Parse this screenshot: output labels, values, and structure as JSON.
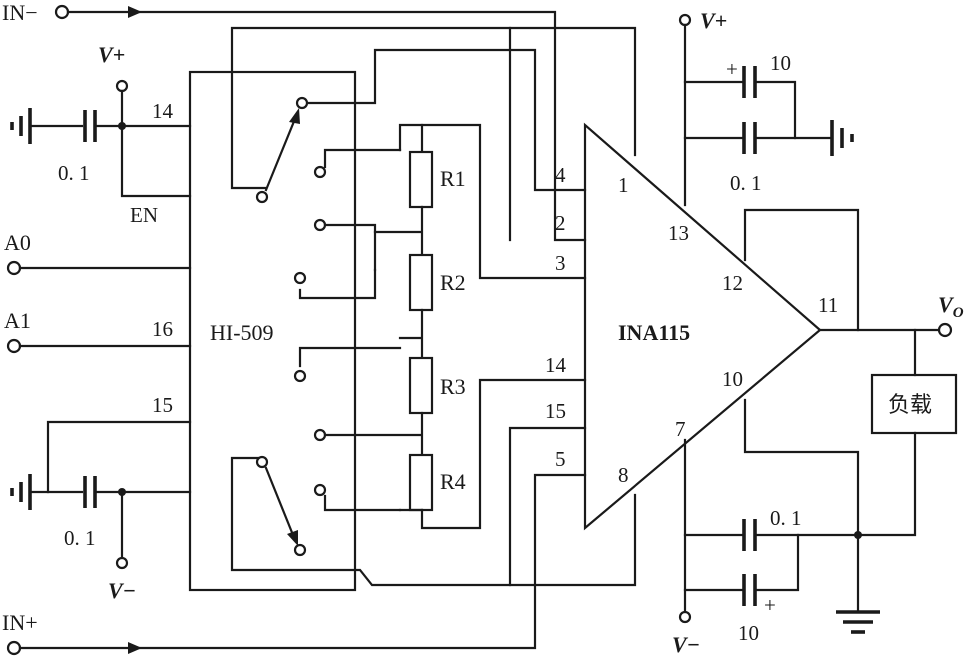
{
  "inputs": {
    "in_minus": "IN−",
    "in_plus": "IN+",
    "a0": "A0",
    "a1": "A1",
    "en": "EN"
  },
  "supplies": {
    "vplus": "V+",
    "vminus": "V−"
  },
  "output": {
    "vo_main": "V",
    "vo_sub": "O"
  },
  "load": "负载",
  "chips": {
    "mux": "HI-509",
    "amp": "INA115"
  },
  "resistors": [
    "R1",
    "R2",
    "R3",
    "R4"
  ],
  "capacitors": {
    "mux_top": "0. 1",
    "mux_bottom": "0. 1",
    "amp_top_polar": "10",
    "amp_top": "0. 1",
    "amp_bottom": "0. 1",
    "amp_bottom_polar": "10"
  },
  "polarity": {
    "plus": "+"
  },
  "mux_pins": {
    "p14": "14",
    "p16": "16",
    "p15": "15"
  },
  "amp_pins": {
    "p4": "4",
    "p1": "1",
    "p2": "2",
    "p3": "3",
    "p13": "13",
    "p12": "12",
    "p11": "11",
    "p14": "14",
    "p15": "15",
    "p5": "5",
    "p8": "8",
    "p7": "7",
    "p10": "10"
  }
}
